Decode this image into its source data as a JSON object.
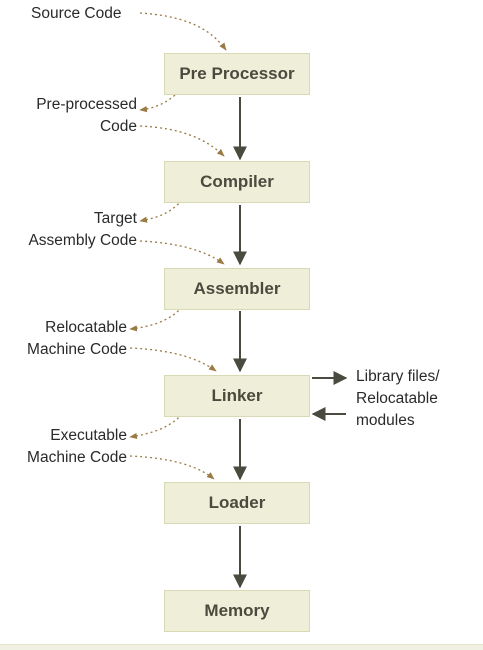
{
  "stages": [
    "Pre Processor",
    "Compiler",
    "Assembler",
    "Linker",
    "Loader",
    "Memory"
  ],
  "inputs": [
    {
      "lines": [
        "Source Code"
      ]
    },
    {
      "lines": [
        "Pre-processed",
        "Code"
      ]
    },
    {
      "lines": [
        "Target",
        "Assembly Code"
      ]
    },
    {
      "lines": [
        "Relocatable",
        "Machine Code"
      ]
    },
    {
      "lines": [
        "Executable",
        "Machine Code"
      ]
    }
  ],
  "side_note": {
    "lines": [
      "Library files/",
      "Relocatable",
      "modules"
    ]
  },
  "colors": {
    "box_fill": "#efefd9",
    "box_border": "#d9d9b4",
    "arrow": "#4a4a3e",
    "dotted": "#9a7a45"
  }
}
